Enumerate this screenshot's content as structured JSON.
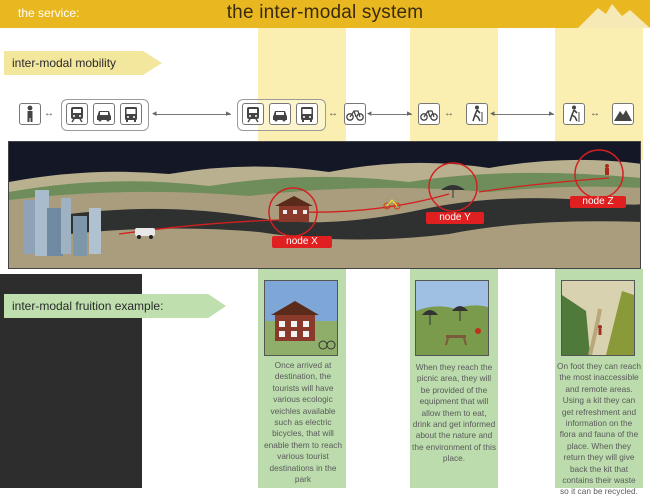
{
  "header": {
    "service_label": "the service:",
    "title": "the inter-modal system"
  },
  "sections": {
    "mobility_label": "inter-modal mobility",
    "fruition_label": "inter-modal fruition example:"
  },
  "mobility_icons": {
    "group1": [
      "person-icon"
    ],
    "group2": [
      "train-icon",
      "car-icon",
      "bus-icon"
    ],
    "group3": [
      "train-icon",
      "car-icon",
      "bus-icon"
    ],
    "group4": [
      "bicycle-icon"
    ],
    "group5": [
      "bicycle-icon",
      "hiker-icon"
    ],
    "group6": [
      "hiker-icon",
      "mountain-icon"
    ]
  },
  "nodes": {
    "x": "node X",
    "y": "node Y",
    "z": "node Z"
  },
  "descriptions": {
    "x": "Once arrived at destination, the tourists will have various ecologic veichles available such as electric bicycles, that will enable them to reach various tourist destinations in the park",
    "y": "When they reach the picnic area, they will be provided of the equipment that will allow them to eat, drink and get informed about the nature and the environment of this place.",
    "z": "On foot they can reach the most inaccessible and remote areas. Using a kit they can get refreshment and information on the flora and fauna of the place. When they return they will give back the kit that contains their waste so it can be recycled."
  },
  "colors": {
    "header_yellow": "#e9b820",
    "beam_yellow": "#f8e896",
    "beam_green": "#b0d6a0",
    "node_red": "#e02020",
    "dark_panel": "#2d2d2d"
  }
}
